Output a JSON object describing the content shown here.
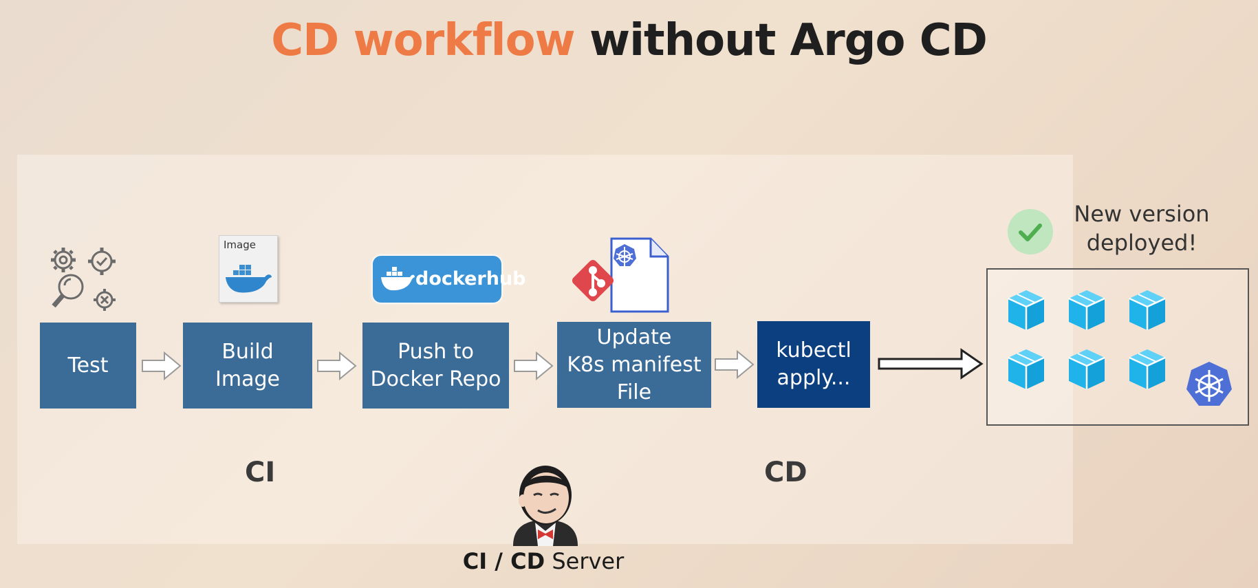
{
  "title": {
    "highlight": "CD workflow",
    "rest": "without Argo CD"
  },
  "steps": [
    {
      "label": "Test"
    },
    {
      "label": "Build\nImage"
    },
    {
      "label": "Push to\nDocker Repo"
    },
    {
      "label": "Update\nK8s manifest\nFile"
    },
    {
      "label": "kubectl\napply..."
    }
  ],
  "icons": {
    "test": "gears-magnifier-icon",
    "image": "docker-image-icon",
    "image_caption": "Image",
    "dockerhub": "dockerhub-logo-icon",
    "dockerhub_text": "dockerhub",
    "manifest": "git-k8s-manifest-icon",
    "jenkins": "jenkins-icon",
    "check": "check-icon",
    "kubernetes": "kubernetes-icon",
    "pod": "pod-cube-icon"
  },
  "section_labels": {
    "ci": "CI",
    "cd": "CD"
  },
  "server": {
    "bold": "CI / CD",
    "rest": " Server"
  },
  "deployed_text": "New version\ndeployed!",
  "colors": {
    "accent": "#ee7a45",
    "step": "#3b6b97",
    "step_dark": "#0c3f7f",
    "pod": "#1fb3ea",
    "k8s": "#4e6fd6",
    "check": "#6bc06b"
  }
}
